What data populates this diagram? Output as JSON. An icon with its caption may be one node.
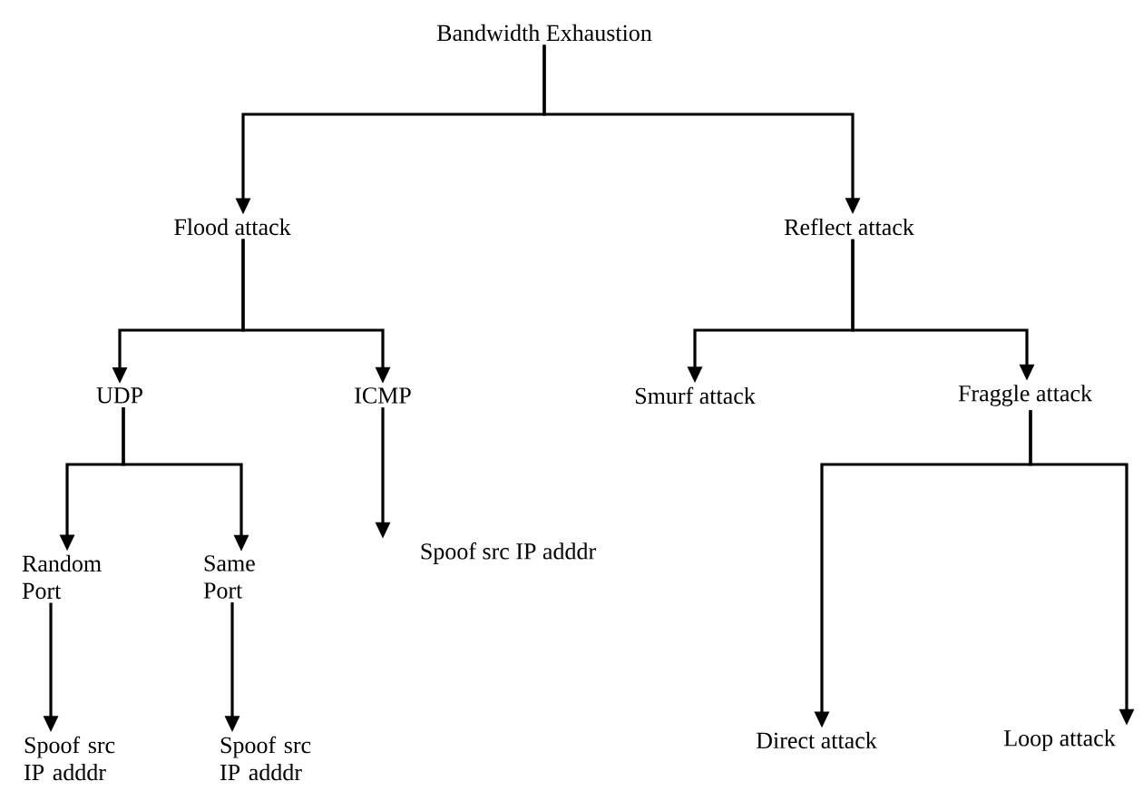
{
  "diagram": {
    "nodes": [
      {
        "text": [
          "Bandwidth Exhaustion"
        ]
      },
      {
        "text": [
          "Flood attack"
        ]
      },
      {
        "text": [
          "Reflect attack"
        ]
      },
      {
        "text": [
          "UDP"
        ]
      },
      {
        "text": [
          "ICMP"
        ]
      },
      {
        "text": [
          "Smurf attack"
        ]
      },
      {
        "text": [
          "Fraggle attack"
        ]
      },
      {
        "text": [
          "Random Port"
        ]
      },
      {
        "text": [
          "Same Port"
        ]
      },
      {
        "text": [
          "Spoof src IP adddr"
        ]
      },
      {
        "text": [
          "Spoof src IP adddr"
        ]
      },
      {
        "text": [
          "Spoof src IP adddr"
        ]
      },
      {
        "text": [
          "Direct attack"
        ]
      },
      {
        "text": [
          "Loop attack"
        ]
      }
    ],
    "edges": [
      {
        "from": 0,
        "to": 1,
        "arrow": "to"
      },
      {
        "from": 0,
        "to": 2,
        "arrow": "to"
      },
      {
        "from": 1,
        "to": 3,
        "arrow": "to"
      },
      {
        "from": 1,
        "to": 4,
        "arrow": "to"
      },
      {
        "from": 2,
        "to": 5,
        "arrow": "to"
      },
      {
        "from": 2,
        "to": 6,
        "arrow": "to"
      },
      {
        "from": 3,
        "to": 7,
        "arrow": "to"
      },
      {
        "from": 3,
        "to": 8,
        "arrow": "to"
      },
      {
        "from": 4,
        "to": 9,
        "arrow": "to"
      },
      {
        "from": 7,
        "to": 10,
        "arrow": "to"
      },
      {
        "from": 8,
        "to": 11,
        "arrow": "to"
      },
      {
        "from": 6,
        "to": 12,
        "arrow": "to"
      },
      {
        "from": 6,
        "to": 13,
        "arrow": "to"
      }
    ]
  }
}
